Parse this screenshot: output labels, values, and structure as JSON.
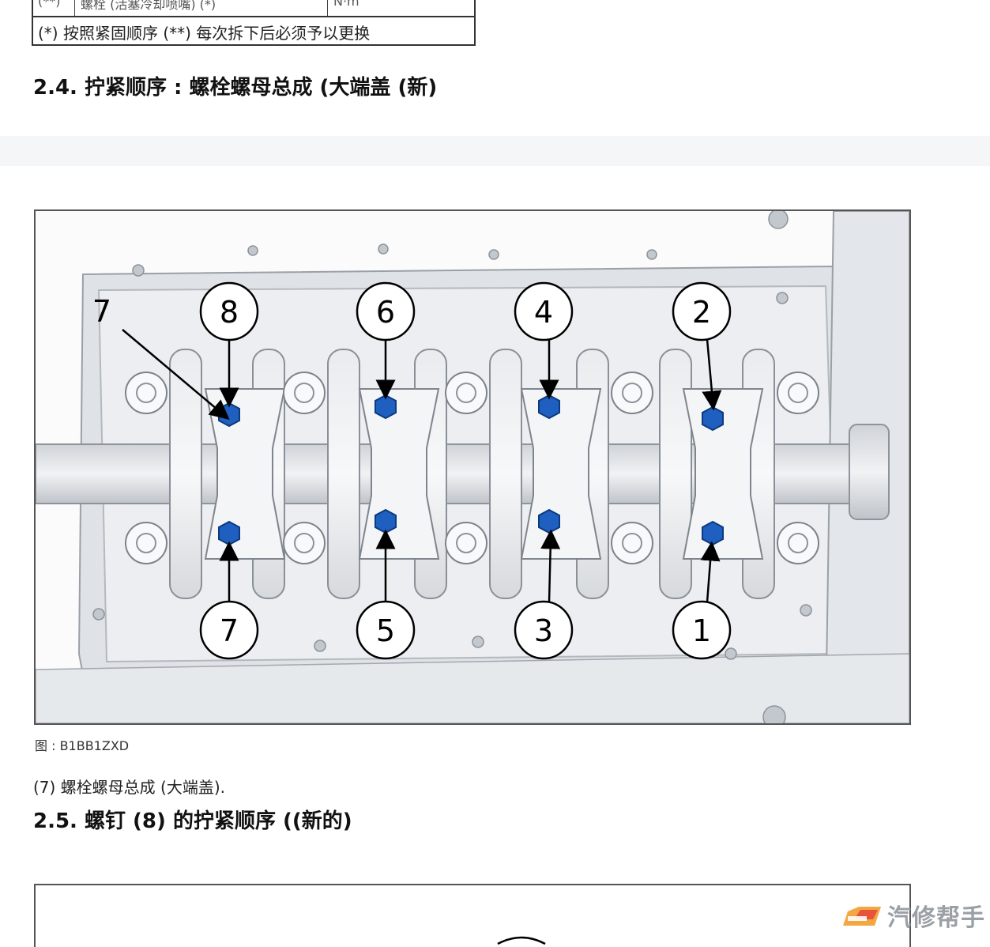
{
  "table_fragment": {
    "cut_row_text": [
      "(**)",
      "螺栓 (活塞冷却喷嘴) (*)",
      "N·m"
    ],
    "note": "(*) 按照紧固顺序 (**) 每次拆下后必须予以更换"
  },
  "section_24": {
    "heading": "2.4. 拧紧顺序 : 螺栓螺母总成 (大端盖 (新)"
  },
  "figure_1": {
    "caption": "图 : B1BB1ZXD",
    "labels": {
      "top": [
        "8",
        "6",
        "4",
        "2"
      ],
      "bottom": [
        "7",
        "5",
        "3",
        "1"
      ],
      "item": "7"
    },
    "bolt_color": "#1e5fbf"
  },
  "body": {
    "text": "(7) 螺栓螺母总成 (大端盖)."
  },
  "section_25": {
    "heading": "2.5. 螺钉 (8) 的拧紧顺序 ((新的)"
  },
  "watermark": {
    "text": "汽修帮手",
    "logo_colors": [
      "#f4a640",
      "#e8543a"
    ]
  }
}
